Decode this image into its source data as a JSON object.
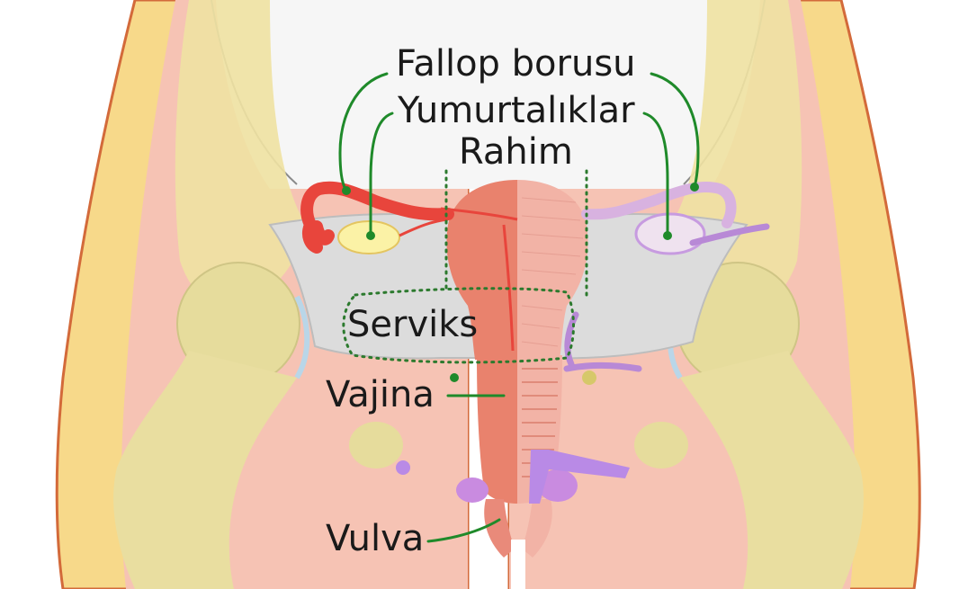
{
  "labels": {
    "fallopian_tube": "Fallop borusu",
    "ovaries": "Yumurtalıklar",
    "uterus": "Rahim",
    "cervix": "Serviks",
    "vagina": "Vajina",
    "vulva": "Vulva"
  },
  "colors": {
    "pelvis_fill": "#f7e08a",
    "skin_pink": "#f7c4b8",
    "bone": "#efe2a2",
    "uterus_red": "#e9826d",
    "uterus_light": "#f2b3a6",
    "peritoneum_grey": "#dcdcdc",
    "ovary_yellow": "#fbf2a6",
    "vessel_purple": "#c79be0",
    "tube_red": "#e8453c",
    "leader_green": "#1f8a2a",
    "label_text": "#1a1a1a"
  }
}
